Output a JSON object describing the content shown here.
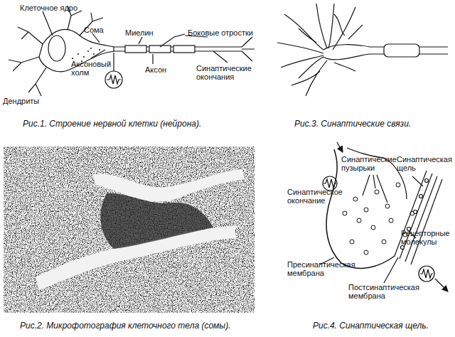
{
  "diagram": {
    "labels": [
      "Клеточное ядро",
      "Сома",
      "Миелин",
      "Боковые отростки",
      "Дендриты",
      "Аксоновый холм",
      "Аксон",
      "Синаптические окончания",
      "Рис.1. Строение нервной клетки (нейрона).",
      "Рис.3. Синаптические связи.",
      "Рис.2. Микрофотография клеточного тела (сомы).",
      "Синаптические пузырьки",
      "Синаптическая щель",
      "Синаптическое окончание",
      "Рецепторные молекулы",
      "Пресинаптическая мембрана",
      "Постсинаптическая мембрана",
      "Рис.4. Синаптическая щель."
    ]
  }
}
